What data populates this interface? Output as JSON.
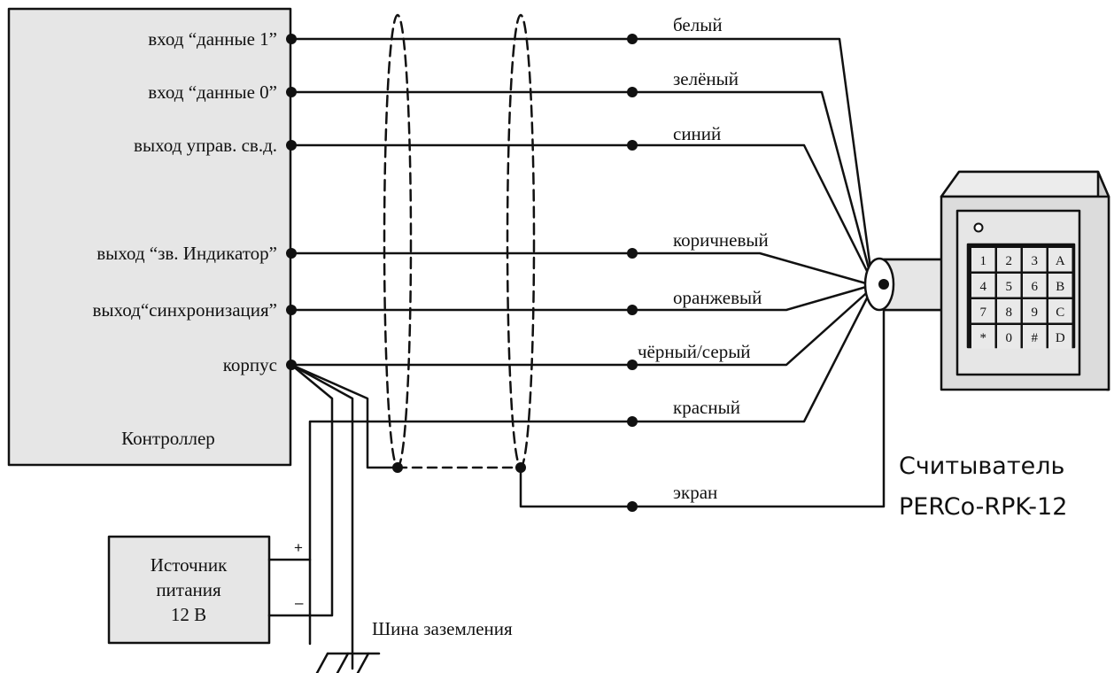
{
  "controller": {
    "title": "Контроллер",
    "ports": [
      "вход “данные 1”",
      "вход “данные 0”",
      "выход управ. св.д.",
      "выход “зв. Индикатор”",
      "выход“синхронизация”",
      "корпус"
    ]
  },
  "wires": [
    "белый",
    "зелёный",
    "синий",
    "коричневый",
    "оранжевый",
    "чёрный/серый",
    "красный",
    "экран"
  ],
  "power_supply": {
    "lines": [
      "Источник",
      "питания",
      "12 В"
    ],
    "plus": "+",
    "minus": "–"
  },
  "ground_bus": "Шина заземления",
  "reader": {
    "title": "Считыватель",
    "model": "PERCo-RPK-12",
    "keys": [
      "1",
      "2",
      "3",
      "A",
      "4",
      "5",
      "6",
      "B",
      "7",
      "8",
      "9",
      "C",
      "*",
      "0",
      "#",
      "D"
    ]
  }
}
